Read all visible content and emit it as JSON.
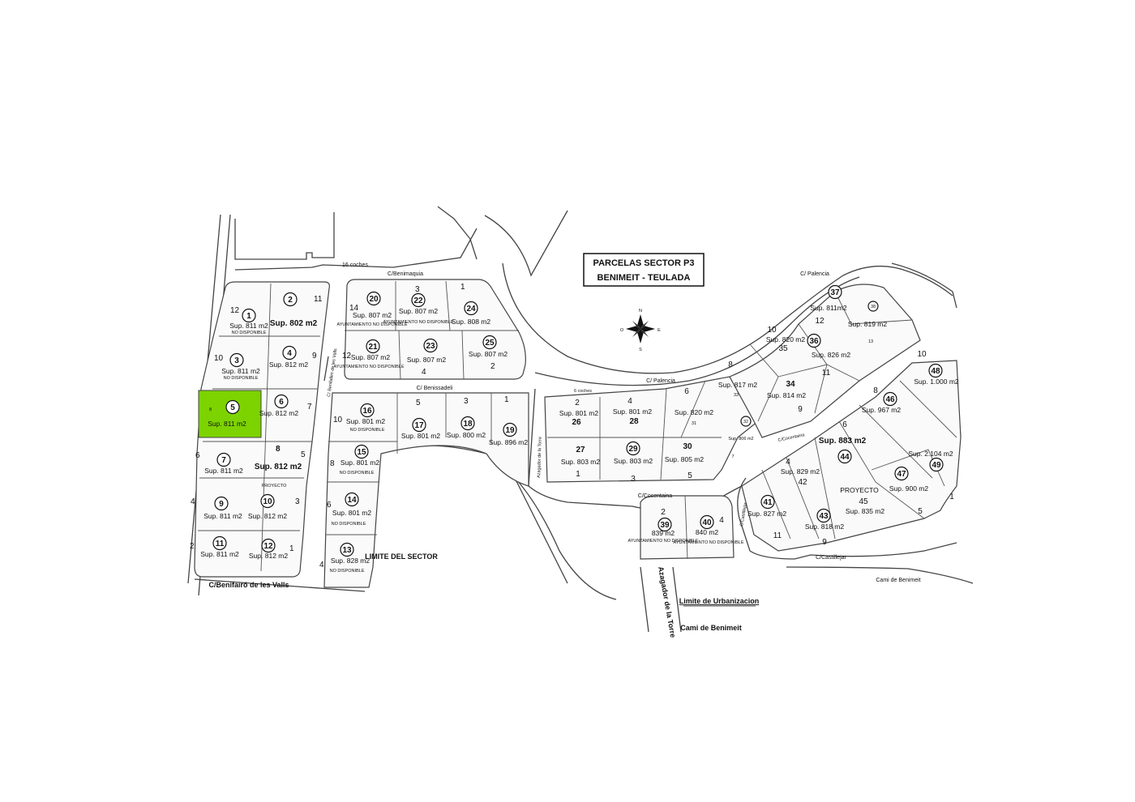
{
  "title": {
    "line1": "PARCELAS SECTOR P3",
    "line2": "BENIMEIT  -  TEULADA"
  },
  "compass": {
    "n": "N",
    "s": "S",
    "e": "E",
    "w": "O"
  },
  "colors": {
    "highlight": "#7cd300",
    "line": "#444444"
  },
  "streets": {
    "coches16": "16 coches",
    "benimaquia": "C/Benimaquia",
    "palencia_top": "C/ Palencia",
    "palencia_mid": "C/ Palencia",
    "coches6": "6 coches",
    "benissadeli": "C/ Benissadeli",
    "benifallim": "C/ Benifallim de les Valls",
    "azagador_v": "Azagador de la Torre",
    "cocentaina": "C/Cocentaina",
    "cocentaina_small": "C/Cocentaina",
    "castillejar_small": "C/Castillejar",
    "castillejar": "C/Castillejar",
    "benifairo": "C/Benifairó de les Valls",
    "limite_sector": "LIMITE DEL SECTOR",
    "cami1": "Cami de Benimeit",
    "cami2": "Cami de Benimeit",
    "azagador_big": "Azagador de la Torre",
    "limite_urb": "Limite de Urbanizacion"
  },
  "plots": [
    {
      "id": "p1",
      "circle": "1",
      "sup": "Sup. 811 m2",
      "note": "NO DISPONIBLE"
    },
    {
      "id": "p2",
      "circle": "2",
      "sup": "Sup. 802 m2",
      "note": ""
    },
    {
      "id": "p3",
      "circle": "3",
      "sup": "Sup. 811 m2",
      "note": "NO DISPONIBLE"
    },
    {
      "id": "p4",
      "circle": "4",
      "sup": "Sup. 812 m2",
      "note": ""
    },
    {
      "id": "p5",
      "circle": "5",
      "sup": "Sup. 811 m2",
      "note": ""
    },
    {
      "id": "p6",
      "circle": "6",
      "sup": "Sup. 812 m2",
      "note": ""
    },
    {
      "id": "p7",
      "circle": "7",
      "sup": "Sup. 811 m2",
      "note": ""
    },
    {
      "id": "p8",
      "circle": "",
      "sup": "Sup. 812 m2",
      "note": ""
    },
    {
      "id": "p9",
      "circle": "9",
      "sup": "Sup. 811 m2",
      "note": ""
    },
    {
      "id": "p10",
      "circle": "10",
      "sup": "Sup. 812 m2",
      "note": ""
    },
    {
      "id": "p11",
      "circle": "11",
      "sup": "Sup. 811 m2",
      "note": ""
    },
    {
      "id": "p12",
      "circle": "12",
      "sup": "Sup. 812 m2",
      "note": ""
    },
    {
      "id": "p13",
      "circle": "13",
      "sup": "Sup. 828 m2",
      "note": "NO DISPONIBLE"
    },
    {
      "id": "p14",
      "circle": "14",
      "sup": "Sup. 801 m2",
      "note": "NO DISPONIBLE"
    },
    {
      "id": "p15",
      "circle": "15",
      "sup": "Sup. 801 m2",
      "note": "NO DISPONIBLE"
    },
    {
      "id": "p16",
      "circle": "16",
      "sup": "Sup. 801 m2",
      "note": "NO DISPONIBLE"
    },
    {
      "id": "p17",
      "circle": "17",
      "sup": "Sup. 801 m2",
      "note": ""
    },
    {
      "id": "p18",
      "circle": "18",
      "sup": "Sup. 800 m2",
      "note": ""
    },
    {
      "id": "p19",
      "circle": "19",
      "sup": "Sup. 896 m2",
      "note": ""
    },
    {
      "id": "p20",
      "circle": "20",
      "sup": "Sup. 807 m2",
      "note": "AYUNTAMIENTO NO DISPONIBLE"
    },
    {
      "id": "p21",
      "circle": "21",
      "sup": "Sup. 807 m2",
      "note": "AYUNTAMIENTO NO DISPONIBLE"
    },
    {
      "id": "p22",
      "circle": "22",
      "sup": "Sup. 807 m2",
      "note": "AYUNTAMIENTO NO DISPONIBLE"
    },
    {
      "id": "p23",
      "circle": "23",
      "sup": "Sup. 807 m2",
      "note": ""
    },
    {
      "id": "p24",
      "circle": "24",
      "sup": "Sup. 808 m2",
      "note": ""
    },
    {
      "id": "p25",
      "circle": "25",
      "sup": "Sup. 807 m2",
      "note": ""
    },
    {
      "id": "p26",
      "circle": "",
      "sup": "Sup. 801 m2",
      "note": ""
    },
    {
      "id": "p27",
      "circle": "",
      "sup": "Sup. 803 m2",
      "note": ""
    },
    {
      "id": "p28",
      "circle": "",
      "sup": "Sup. 801 m2",
      "note": ""
    },
    {
      "id": "p29",
      "circle": "29",
      "sup": "Sup. 803 m2",
      "note": ""
    },
    {
      "id": "p30",
      "circle": "",
      "sup": "Sup. 805 m2",
      "note": ""
    },
    {
      "id": "p31",
      "circle": "",
      "sup": "Sup. 820 m2",
      "note": ""
    },
    {
      "id": "p32",
      "circle": "32",
      "sup": "Sup. 806 m2",
      "note": ""
    },
    {
      "id": "p33",
      "circle": "",
      "sup": "Sup. 817 m2",
      "note": ""
    },
    {
      "id": "p34",
      "circle": "",
      "sup": "Sup. 814 m2",
      "note": ""
    },
    {
      "id": "p35",
      "circle": "",
      "sup": "Sup. 820 m2",
      "note": ""
    },
    {
      "id": "p36",
      "circle": "36",
      "sup": "Sup. 826 m2",
      "note": ""
    },
    {
      "id": "p37",
      "circle": "37",
      "sup": "Sup. 811m2",
      "note": ""
    },
    {
      "id": "p38",
      "circle": "38",
      "sup": "Sup. 819 m2",
      "note": ""
    },
    {
      "id": "p39",
      "circle": "39",
      "sup": "839 m2",
      "note": "AYUNTAMIENTO NO DISPONIBLE"
    },
    {
      "id": "p40",
      "circle": "40",
      "sup": "840 m2",
      "note": "AYUNTAMIENTO NO DISPONIBLE"
    },
    {
      "id": "p41",
      "circle": "41",
      "sup": "Sup. 827 m2",
      "note": ""
    },
    {
      "id": "p42",
      "circle": "",
      "sup": "Sup. 829 m2",
      "note": ""
    },
    {
      "id": "p43",
      "circle": "43",
      "sup": "Sup. 818 m2",
      "note": ""
    },
    {
      "id": "p44",
      "circle": "44",
      "sup": "Sup. 883 m2",
      "note": ""
    },
    {
      "id": "p45",
      "circle": "",
      "sup": "Sup. 835 m2",
      "note": "PROYECTO"
    },
    {
      "id": "p46",
      "circle": "46",
      "sup": "Sup. 967 m2",
      "note": ""
    },
    {
      "id": "p47",
      "circle": "47",
      "sup": "Sup. 900 m2",
      "note": ""
    },
    {
      "id": "p48",
      "circle": "48",
      "sup": "Sup. 1.000 m2",
      "note": ""
    },
    {
      "id": "p49",
      "circle": "49",
      "sup": "Sup. 2.104 m2",
      "note": ""
    }
  ],
  "labels": {
    "n26": "26",
    "n27": "27",
    "n28": "28",
    "n30": "30",
    "n31": "31",
    "n33": "33",
    "n34": "34",
    "n35": "35",
    "n42": "42",
    "n45": "45",
    "proyecto1": "PROYECTO",
    "b12": "12",
    "b11": "11",
    "b10": "10",
    "b9": "9",
    "b8a": "8",
    "b7": "7",
    "b8b": "8",
    "b5": "5",
    "b6": "6",
    "b4": "4",
    "b3": "3",
    "b2": "2",
    "b1": "1",
    "c14": "14",
    "c3": "3",
    "c1": "1",
    "c12": "12",
    "c4": "4",
    "c2": "2",
    "d10": "10",
    "d8": "8",
    "d6": "6",
    "d4": "4",
    "d5": "5",
    "d3": "3",
    "d1": "1",
    "e2": "2",
    "e4": "4",
    "e6": "6",
    "e1": "1",
    "e3": "3",
    "e5": "5",
    "e8": "8",
    "e7": "7",
    "f10": "10",
    "f12": "12",
    "f13": "13",
    "f11": "11",
    "f9": "9",
    "f8": "8",
    "f6": "6",
    "f10b": "10",
    "f4": "4",
    "f11b": "11",
    "f9b": "9",
    "f5": "5",
    "f1": "1",
    "g2": "2",
    "g4": "4"
  }
}
